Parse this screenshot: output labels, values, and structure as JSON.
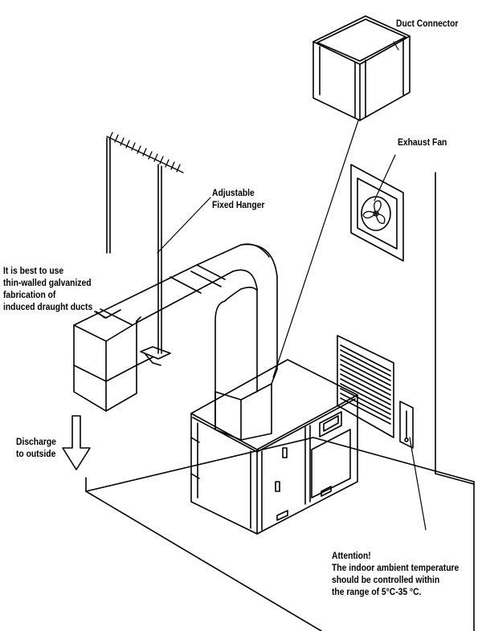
{
  "labels": {
    "duct_connector": "Duct Connector",
    "exhaust_fan": "Exhaust Fan",
    "hanger": [
      "Adjustable",
      "Fixed Hanger"
    ],
    "galvanized": [
      "It is best to use",
      "thin-walled galvanized",
      "fabrication of",
      "induced draught ducts"
    ],
    "discharge": [
      "Discharge",
      "to outside"
    ],
    "attention": [
      "Attention!",
      "The indoor ambient temperature",
      "should be controlled within",
      "the range of 5°C-35 °C."
    ]
  },
  "icons": [
    "down-arrow-icon",
    "fan-blade-icon"
  ],
  "colors": {
    "line": "#000000",
    "background": "#ffffff"
  }
}
